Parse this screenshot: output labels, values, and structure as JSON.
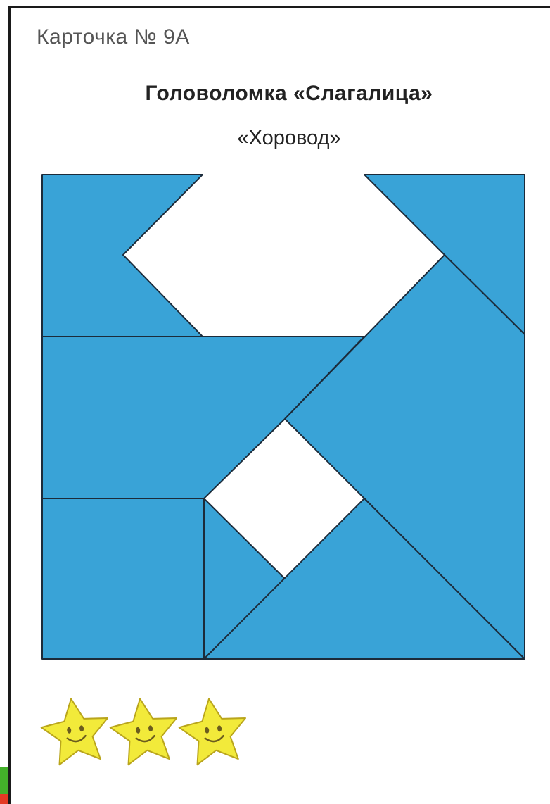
{
  "card": {
    "label": "Карточка  № 9А",
    "title": "Головоломка  «Слагалица»",
    "subtitle": "«Хоровод»"
  },
  "puzzle": {
    "piece_color": "#39a3d7",
    "line_color": "#1c2b3a",
    "hole_color": "#ffffff"
  },
  "rating": {
    "stars": 3,
    "star_color": "#f2ea3a",
    "face_color": "#6b5c1e"
  },
  "corner_colors": [
    "#43b02a",
    "#e43a24"
  ]
}
